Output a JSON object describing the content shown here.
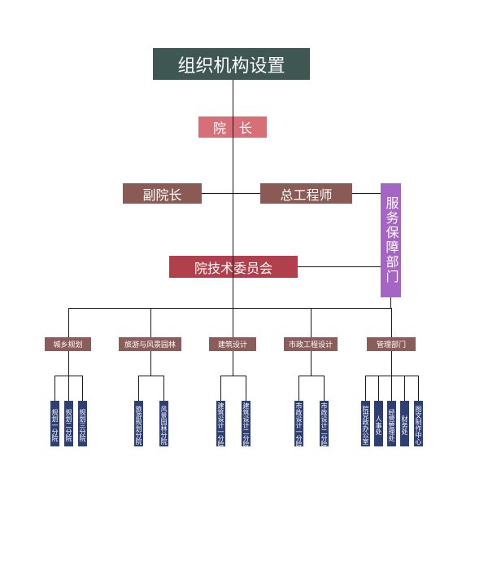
{
  "title": "组织机构设置",
  "president": "院　长",
  "vice_president": "副院长",
  "chief_engineer": "总工程师",
  "service_dept": "服务保障部门",
  "tech_committee": "院技术委员会",
  "colors": {
    "title": "#3f5753",
    "president": "#d66f78",
    "vice": "#8a5a55",
    "chief": "#8a5a55",
    "service": "#a466c2",
    "committee": "#b23f4c",
    "division": "#8a5d5a",
    "branch": "#2d3f73"
  },
  "divisions": [
    {
      "name": "城乡规划",
      "branches": [
        "规划一分院",
        "规划二分院",
        "规划三分院"
      ]
    },
    {
      "name": "旅游与风景园林",
      "branches": [
        "旅游规划分院",
        "风景园林分院"
      ]
    },
    {
      "name": "建筑设计",
      "branches": [
        "建筑设计一分院",
        "建筑设计二分院"
      ]
    },
    {
      "name": "市政工程设计",
      "branches": [
        "市政设计一分院",
        "市政设计二分院"
      ]
    },
    {
      "name": "管理部门",
      "branches": [
        "院党政办公室",
        "人事处",
        "经营管理处",
        "财务处",
        "图文制作中心"
      ]
    }
  ]
}
